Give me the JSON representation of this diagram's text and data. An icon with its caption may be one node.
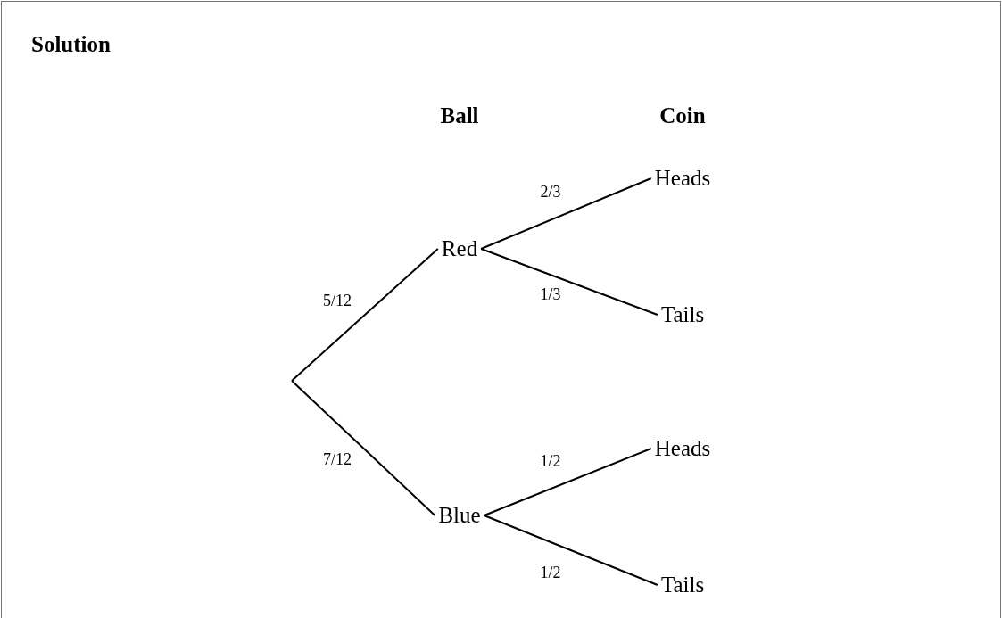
{
  "diagram": {
    "title": "Solution",
    "nodes": [
      {
        "text": [
          "Red"
        ]
      },
      {
        "text": [
          "Heads"
        ]
      },
      {
        "text": [
          "Tails"
        ]
      },
      {
        "text": [
          "Blue"
        ]
      },
      {
        "text": [
          "Heads"
        ]
      },
      {
        "text": [
          "Tails"
        ]
      }
    ],
    "edges": [
      {
        "from": null,
        "to": 0,
        "arrow": "none",
        "label": "5/12"
      },
      {
        "from": 0,
        "to": 1,
        "arrow": "none",
        "label": "2/3"
      },
      {
        "from": 0,
        "to": 2,
        "arrow": "none",
        "label": "1/3"
      },
      {
        "from": null,
        "to": 3,
        "arrow": "none",
        "label": "7/12"
      },
      {
        "from": 3,
        "to": 4,
        "arrow": "none",
        "label": "1/2"
      },
      {
        "from": 3,
        "to": 5,
        "arrow": "none",
        "label": "1/2"
      }
    ],
    "labels": [
      "Ball",
      "Coin"
    ]
  }
}
